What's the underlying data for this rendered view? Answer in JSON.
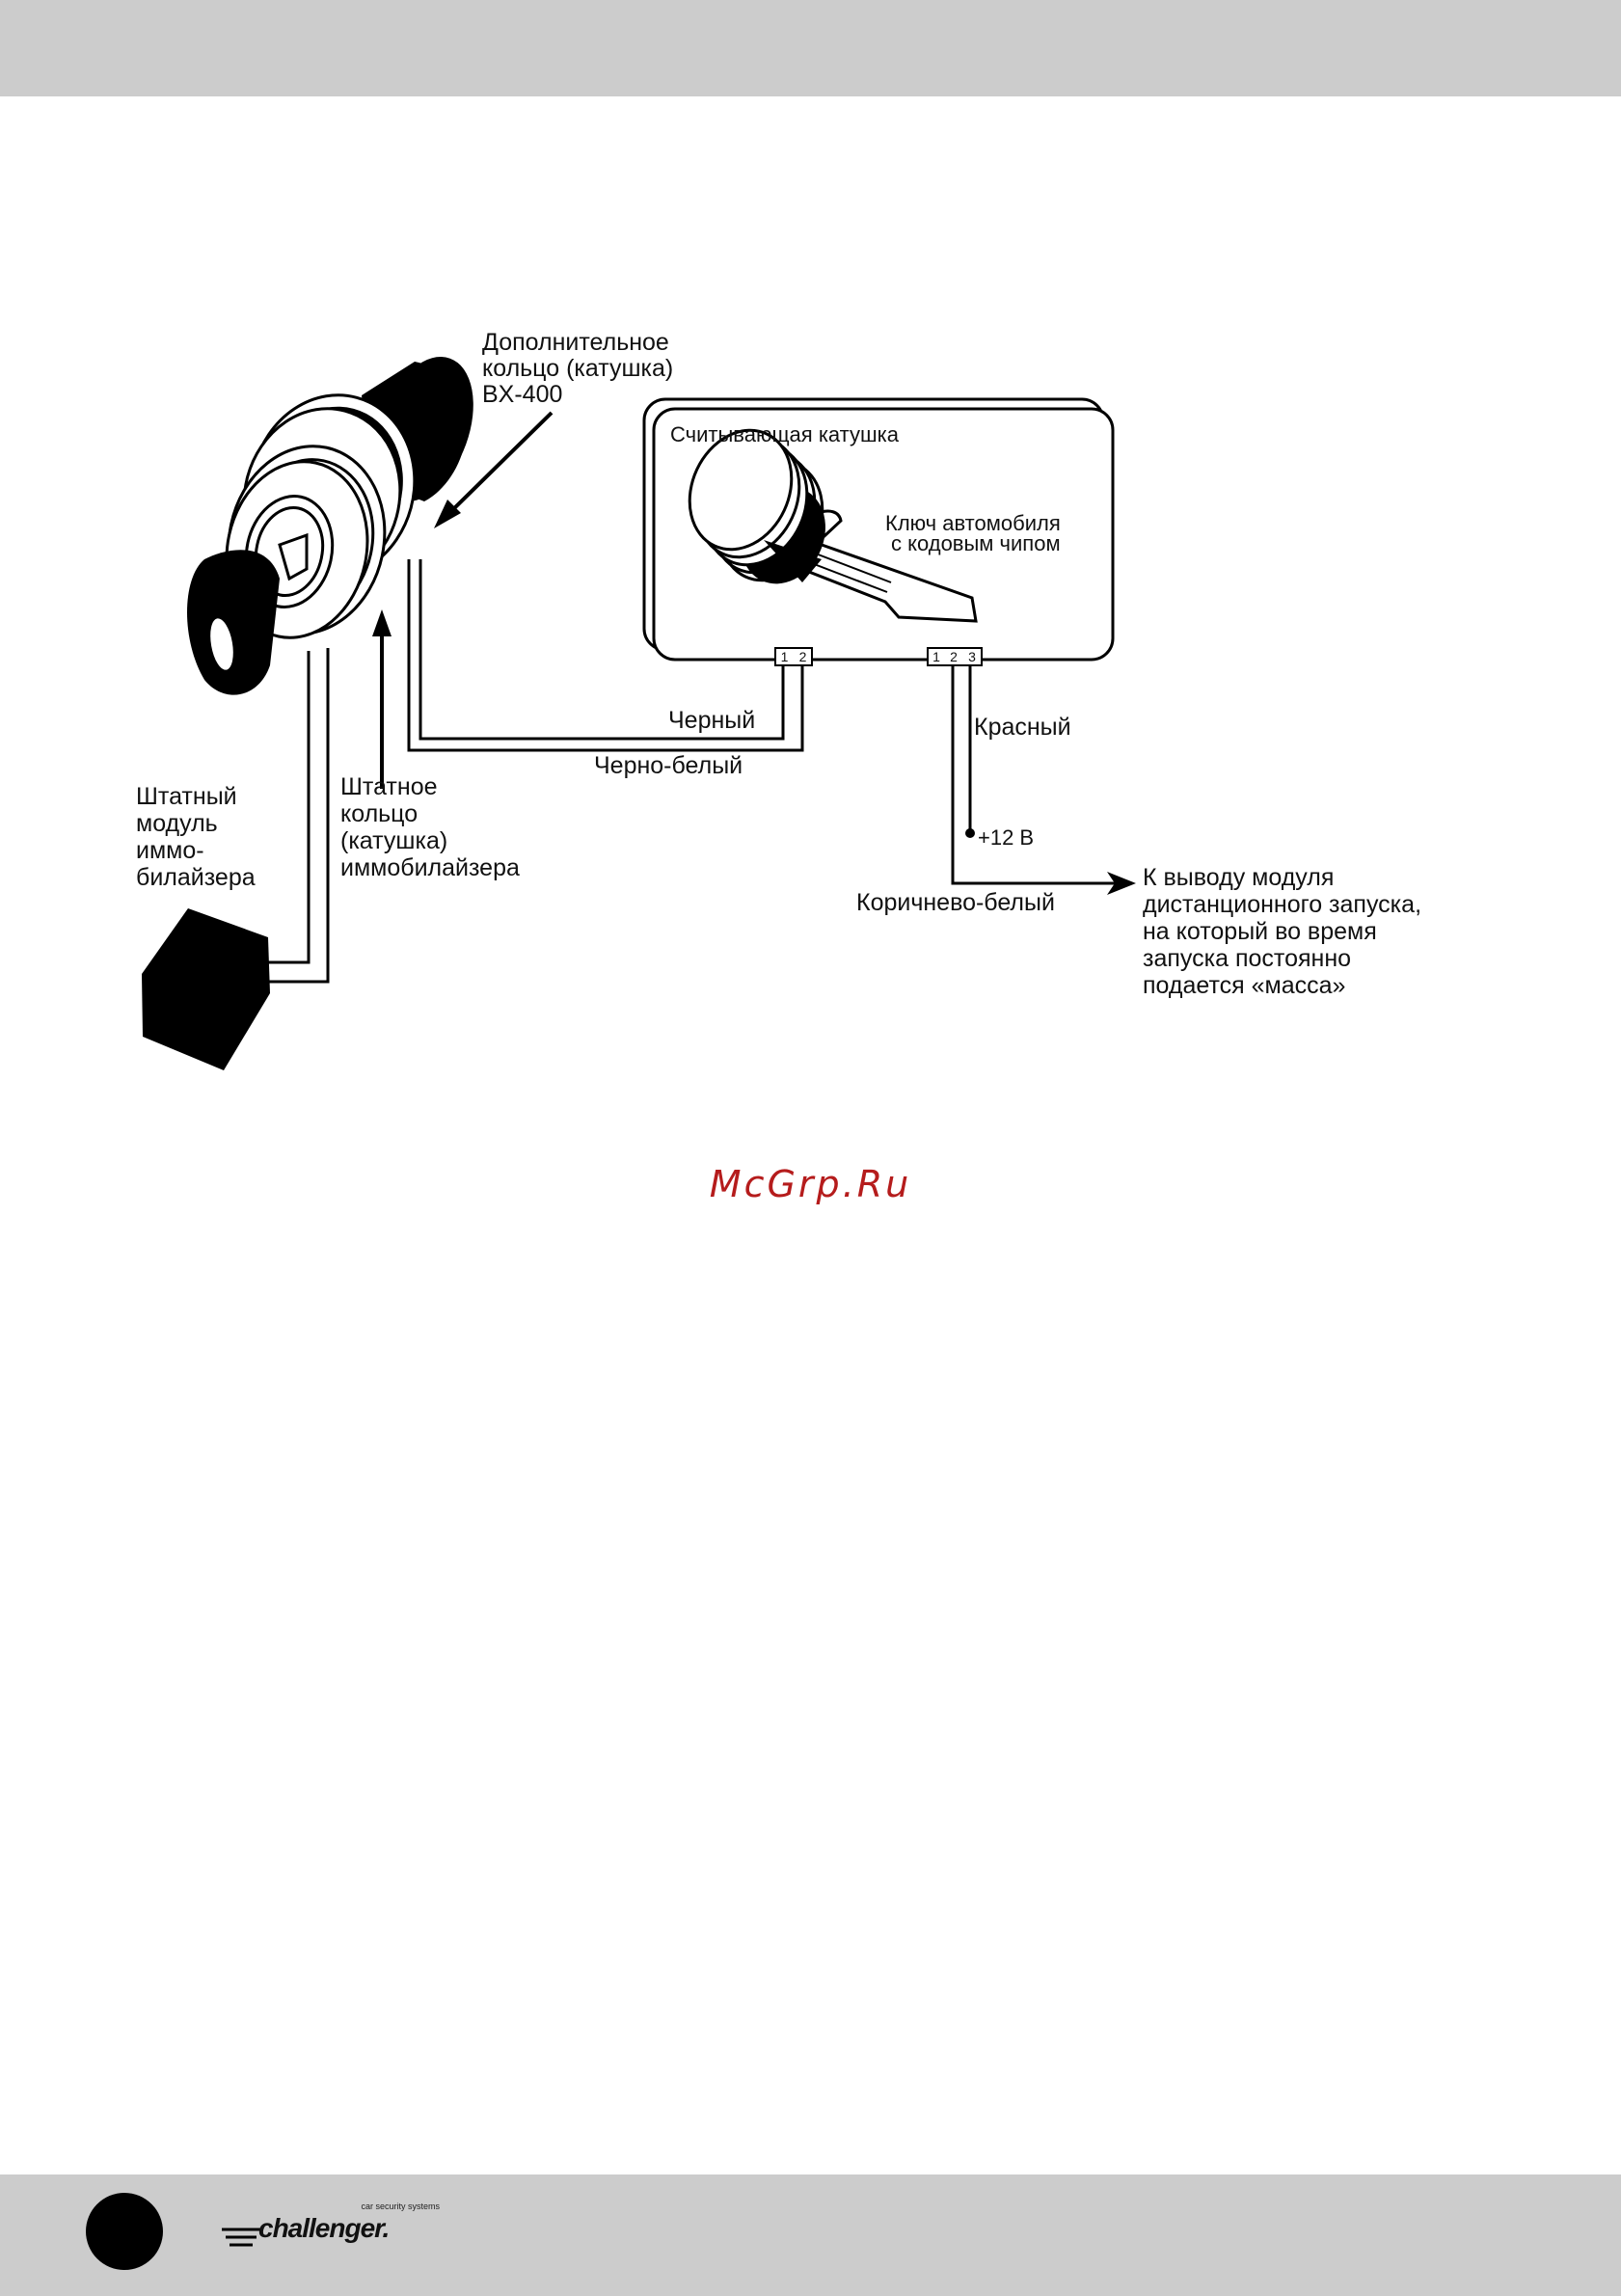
{
  "colors": {
    "band": "#cccccc",
    "ink": "#111111",
    "watermark": "#b51c1c"
  },
  "labels": {
    "extra_ring": [
      "Дополнительное",
      "кольцо (катушка)",
      "BX-400"
    ],
    "reader_coil": "Считывающая катушка",
    "car_key": [
      "Ключ автомобиля",
      "с кодовым чипом"
    ],
    "wire_black": "Черный",
    "wire_black_white": "Черно-белый",
    "wire_red": "Красный",
    "plus12": "+12 В",
    "wire_brown_white": "Коричнево-белый",
    "remote_output": [
      "К выводу модуля",
      "дистанционного запуска,",
      "на который во время",
      "запуска постоянно",
      "подается «масса»"
    ],
    "stock_module": [
      "Штатный",
      "модуль",
      "иммо-",
      "билайзера"
    ],
    "stock_ring": [
      "Штатное",
      "кольцо",
      "(катушка)",
      "иммобилайзера"
    ]
  },
  "pins": {
    "left": [
      "1",
      "2"
    ],
    "right": [
      "1",
      "2",
      "3"
    ]
  },
  "watermark": "McGrp.Ru",
  "brand": {
    "tagline": "car security systems",
    "name": "challenger."
  }
}
